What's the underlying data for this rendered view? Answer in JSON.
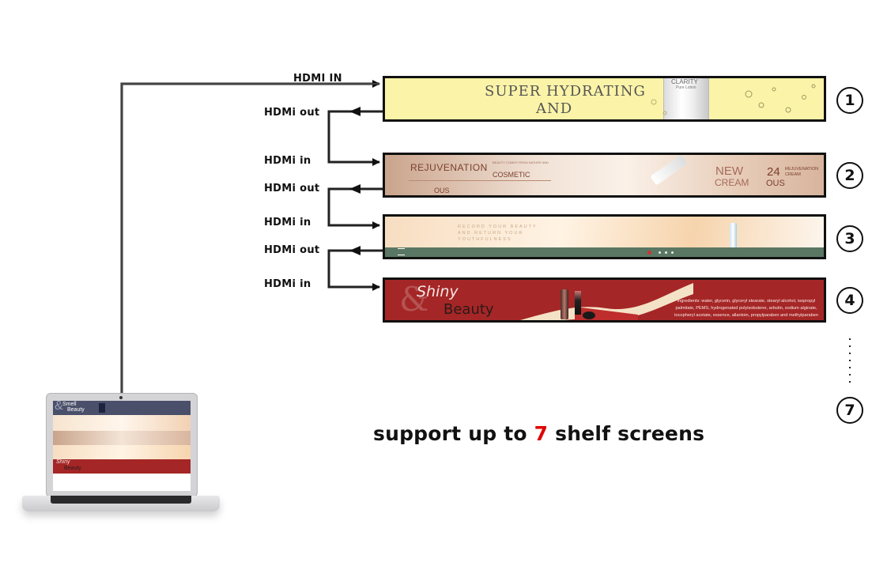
{
  "labels": {
    "hdmi_in_main": "HDMI  IN",
    "out1": "HDMi  out",
    "in2": "HDMi  in",
    "out2": "HDMi  out",
    "in3": "HDMi  in",
    "out3": "HDMi  out",
    "in4": "HDMi  in"
  },
  "screens": [
    {
      "number": "1",
      "line1": "SUPER HYDRATING",
      "line2": "AND",
      "brand": "CLARITY",
      "sub": "Pure Lotion"
    },
    {
      "number": "2",
      "title": "REJUVENATION",
      "subtitle": "COSMETIC",
      "small": "BEAUTY COMES FROM NATURE AND",
      "ous": "OUS",
      "new": "NEW",
      "cream": "CREAM",
      "n24": "24",
      "ous2": "OUS",
      "rej2": "REJUVENATION",
      "cream2": "CREAM"
    },
    {
      "number": "3",
      "line1": "RECORD YOUR BEAUTY",
      "line2": "AND RETURN YOUR",
      "line3": "YOUTHFULNESS"
    },
    {
      "number": "4",
      "amp": "&",
      "shiny": "Shiny",
      "beauty": "Beauty",
      "ingredients": "Ingredients: water, glycerin, glyceryl stearate, stearyl alcohol, isopropyl palmitate, PEMS, hydrogenated polyisobutene, arbutin, sodium alginate, tocopheryl acetate, essence, allantoin, propylparaben and methylparaben"
    }
  ],
  "last_number": "7",
  "caption": {
    "before": "support up to ",
    "num": "7",
    "after": " shelf screens"
  },
  "laptop_screen": {
    "amp": "&",
    "smell": "Smell",
    "beauty": "Beauty",
    "shiny": "Shiny",
    "beauty2": "Beauty"
  }
}
